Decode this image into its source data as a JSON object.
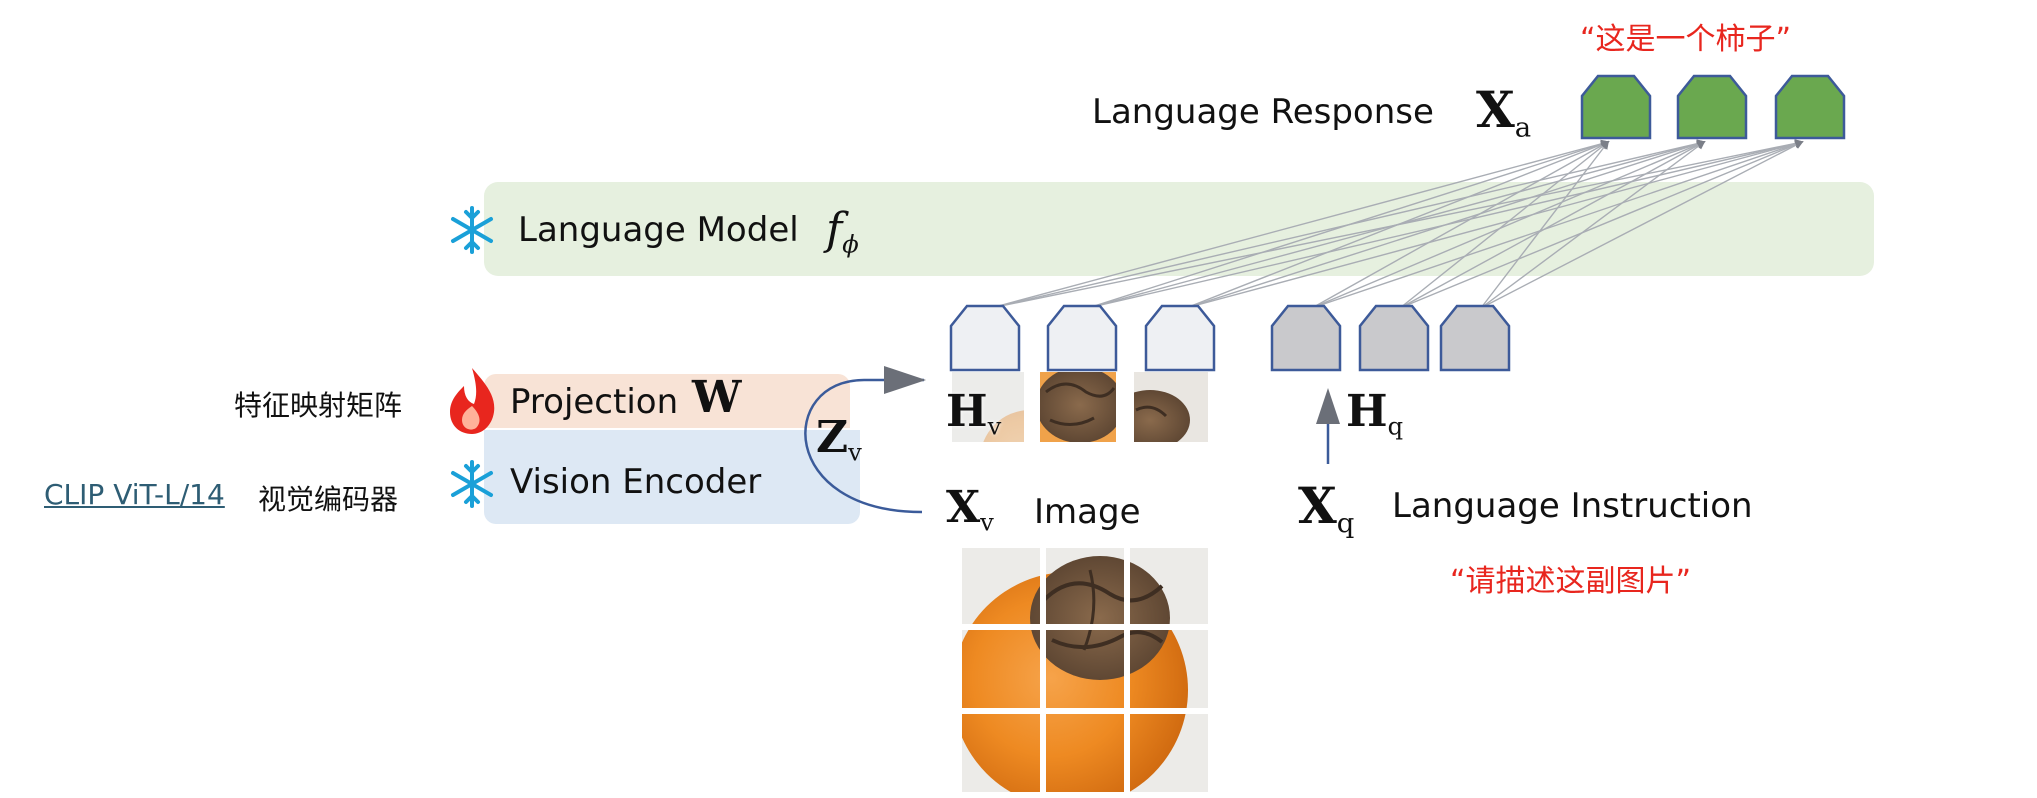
{
  "language_model": {
    "label": "Language Model",
    "symbol": "f",
    "symbol_sub": "ϕ",
    "icon": "snowflake-icon"
  },
  "projection": {
    "label": "Projection",
    "symbol": "W",
    "icon": "fire-icon",
    "cn_label": "特征映射矩阵"
  },
  "vision_encoder": {
    "label": "Vision Encoder",
    "icon": "snowflake-icon",
    "cn_link": "CLIP ViT-L/14",
    "cn_label": "视觉编码器"
  },
  "response": {
    "label": "Language Response",
    "symbol": "X",
    "symbol_sub": "a",
    "annotation": "“这是一个柿子”"
  },
  "image": {
    "symbol": "X",
    "symbol_sub": "v",
    "label": "Image"
  },
  "instruction": {
    "symbol": "X",
    "symbol_sub": "q",
    "label": "Language Instruction",
    "annotation": "“请描述这副图片”"
  },
  "hv": {
    "symbol": "H",
    "symbol_sub": "v"
  },
  "hq": {
    "symbol": "H",
    "symbol_sub": "q"
  },
  "zv": {
    "symbol": "Z",
    "symbol_sub": "v"
  },
  "colors": {
    "lm_fill": "#e6f0df",
    "proj_fill": "#f8e3d6",
    "enc_fill": "#dde8f4",
    "token_visual": "#eef0f3",
    "token_text": "#c9c9cc",
    "token_out": "#6aa84f",
    "token_stroke": "#3d5a99",
    "arrow": "#6b6f78",
    "annotation": "#e8261e",
    "snowflake": "#1aa0d8",
    "fire": "#e8261e"
  }
}
